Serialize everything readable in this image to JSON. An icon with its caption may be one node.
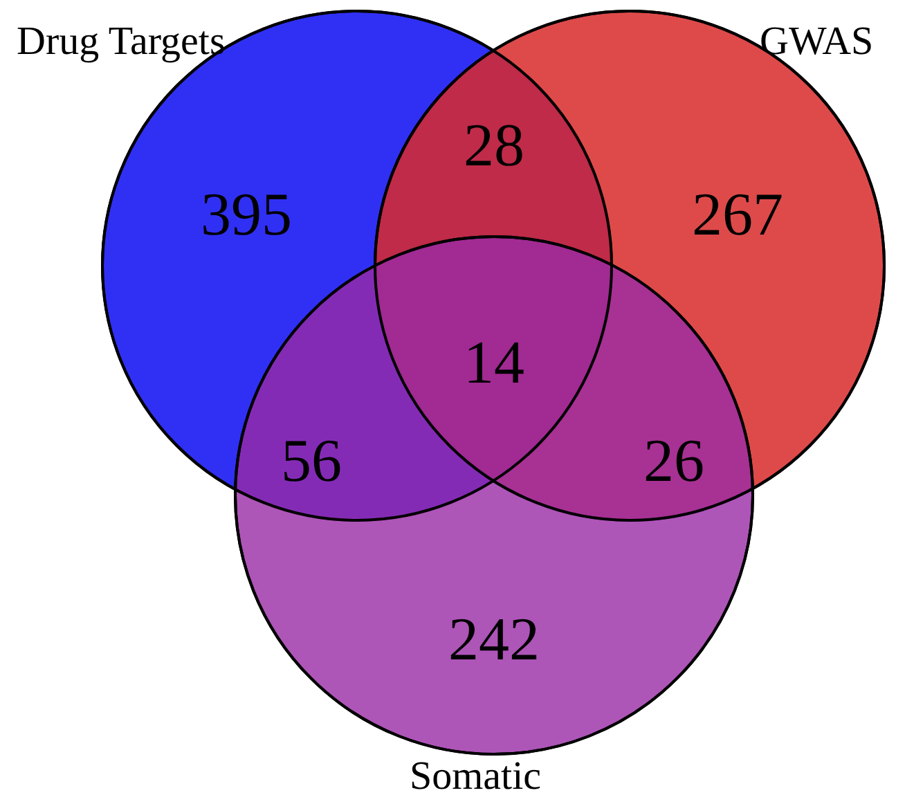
{
  "diagram": {
    "nodes": [
      {
        "text": [
          "Drug Targets"
        ]
      },
      {
        "text": [
          "GWAS"
        ]
      },
      {
        "text": [
          "Somatic"
        ]
      }
    ],
    "labels": [
      "28",
      "395",
      "267",
      "14",
      "56",
      "26",
      "242"
    ]
  }
}
